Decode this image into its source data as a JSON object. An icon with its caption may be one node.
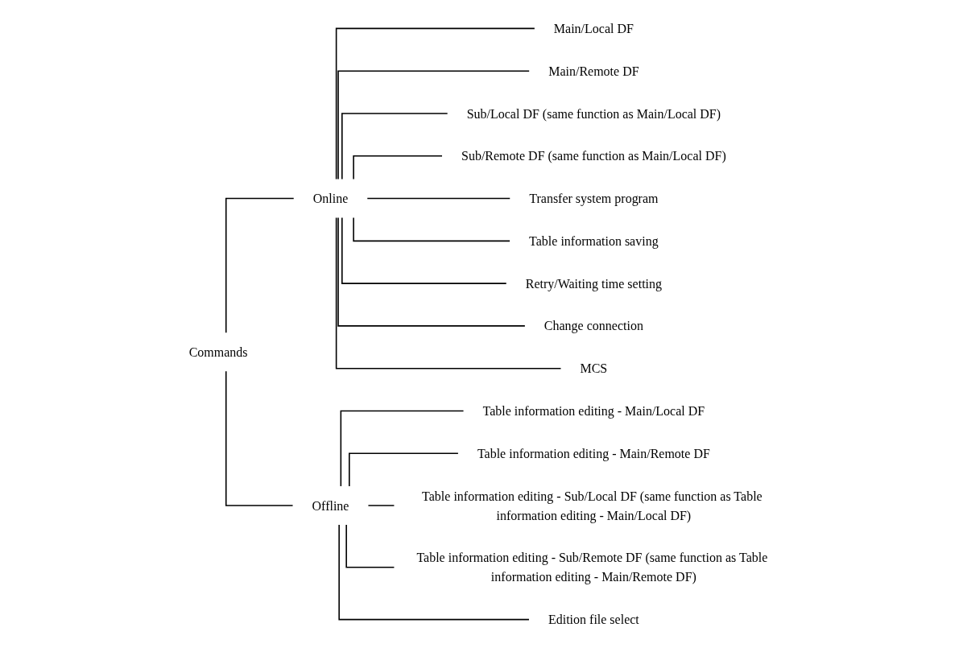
{
  "diagram": {
    "nodes": [
      {
        "text": [
          "Commands"
        ]
      },
      {
        "text": [
          "Online"
        ]
      },
      {
        "text": [
          "Main/Local DF"
        ]
      },
      {
        "text": [
          "Main/Remote DF"
        ]
      },
      {
        "text": [
          "Sub/Local DF (same function as Main/Local DF)"
        ]
      },
      {
        "text": [
          "Sub/Remote DF (same function as Main/Local DF)"
        ]
      },
      {
        "text": [
          "Transfer system program"
        ]
      },
      {
        "text": [
          "Table information saving"
        ]
      },
      {
        "text": [
          "Retry/Waiting time setting"
        ]
      },
      {
        "text": [
          "Change connection"
        ]
      },
      {
        "text": [
          "MCS"
        ]
      },
      {
        "text": [
          "Offline"
        ]
      },
      {
        "text": [
          "Table information editing - Main/Local DF"
        ]
      },
      {
        "text": [
          "Table information editing - Main/Remote DF"
        ]
      },
      {
        "text": [
          "Table information editing - Sub/Local DF (same function as Table information editing - Main/Local DF)"
        ]
      },
      {
        "text": [
          "Table information editing - Sub/Remote DF (same function as Table information editing - Main/Remote DF)"
        ]
      },
      {
        "text": [
          "Edition file select"
        ]
      }
    ],
    "edges": [
      {
        "from": 0,
        "to": 1,
        "arrow": "none"
      },
      {
        "from": 1,
        "to": 2,
        "arrow": "none"
      },
      {
        "from": 1,
        "to": 3,
        "arrow": "none"
      },
      {
        "from": 1,
        "to": 4,
        "arrow": "none"
      },
      {
        "from": 1,
        "to": 5,
        "arrow": "none"
      },
      {
        "from": 1,
        "to": 6,
        "arrow": "none"
      },
      {
        "from": 1,
        "to": 7,
        "arrow": "none"
      },
      {
        "from": 1,
        "to": 8,
        "arrow": "none"
      },
      {
        "from": 1,
        "to": 9,
        "arrow": "none"
      },
      {
        "from": 1,
        "to": 10,
        "arrow": "none"
      },
      {
        "from": 0,
        "to": 11,
        "arrow": "none"
      },
      {
        "from": 11,
        "to": 12,
        "arrow": "none"
      },
      {
        "from": 11,
        "to": 13,
        "arrow": "none"
      },
      {
        "from": 11,
        "to": 14,
        "arrow": "none"
      },
      {
        "from": 11,
        "to": 15,
        "arrow": "none"
      },
      {
        "from": 11,
        "to": 16,
        "arrow": "none"
      }
    ]
  }
}
